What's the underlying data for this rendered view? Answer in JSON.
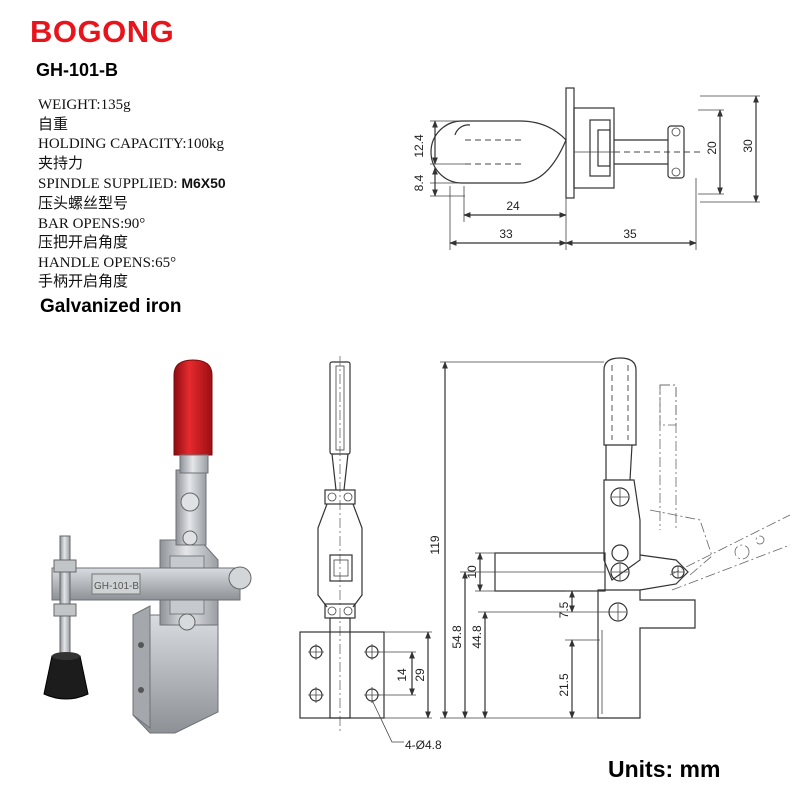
{
  "header": {
    "brand": "BOGONG",
    "brand_color": "#e8141c",
    "model": "GH-101-B"
  },
  "specs": [
    {
      "label_en": "WEIGHT:",
      "value": "135g",
      "label_cn": "自重"
    },
    {
      "label_en": "HOLDING CAPACITY:",
      "value": "100kg",
      "label_cn": "夹持力"
    },
    {
      "label_en": "SPINDLE SUPPLIED: ",
      "value": "M6X50",
      "label_cn": "压头螺丝型号"
    },
    {
      "label_en": "BAR OPENS:",
      "value": "90°",
      "label_cn": "压把开启角度"
    },
    {
      "label_en": "HANDLE OPENS:",
      "value": "65°",
      "label_cn": "手柄开启角度"
    }
  ],
  "material": "Galvanized iron",
  "units_label": "Units: mm",
  "top_view": {
    "dims": {
      "d12_4": "12.4",
      "d8_4": "8.4",
      "d24": "24",
      "d33": "33",
      "d35": "35",
      "d20": "20",
      "d30": "30"
    }
  },
  "front_view": {
    "dims": {
      "d14": "14",
      "d29": "29",
      "hole": "4-Ø4.8"
    }
  },
  "side_view": {
    "dims": {
      "d119": "119",
      "d10": "10",
      "d54_8": "54.8",
      "d44_8": "44.8",
      "d7_5": "7.5",
      "d21_5": "21.5"
    }
  },
  "colors": {
    "handle_grip": "#c8141a",
    "rubber_tip": "#1c1c1c",
    "steel": "#b9bcc0"
  }
}
